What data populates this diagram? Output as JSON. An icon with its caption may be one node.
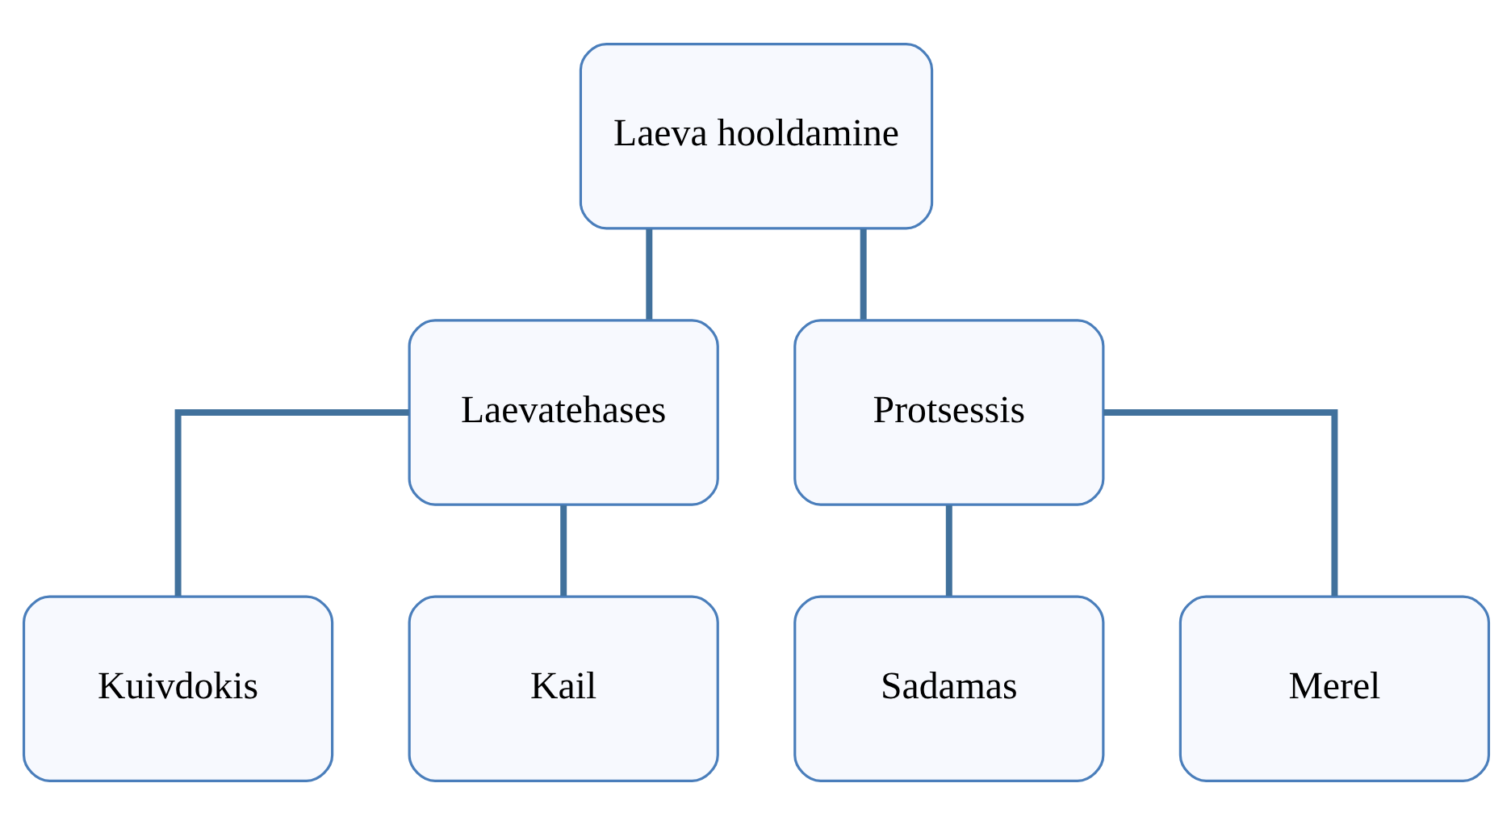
{
  "diagram": {
    "nodes": [
      {
        "text": [
          "Laeva hooldamine"
        ]
      },
      {
        "text": [
          "Laevatehases"
        ]
      },
      {
        "text": [
          "Protsessis"
        ]
      },
      {
        "text": [
          "Kuivdokis"
        ]
      },
      {
        "text": [
          "Kail"
        ]
      },
      {
        "text": [
          "Sadamas"
        ]
      },
      {
        "text": [
          "Merel"
        ]
      }
    ],
    "edges": [
      {
        "from": 0,
        "to": 1,
        "arrow": "none"
      },
      {
        "from": 0,
        "to": 2,
        "arrow": "none"
      },
      {
        "from": 1,
        "to": 3,
        "arrow": "none"
      },
      {
        "from": 1,
        "to": 4,
        "arrow": "none"
      },
      {
        "from": 2,
        "to": 5,
        "arrow": "none"
      },
      {
        "from": 2,
        "to": 6,
        "arrow": "none"
      }
    ]
  }
}
